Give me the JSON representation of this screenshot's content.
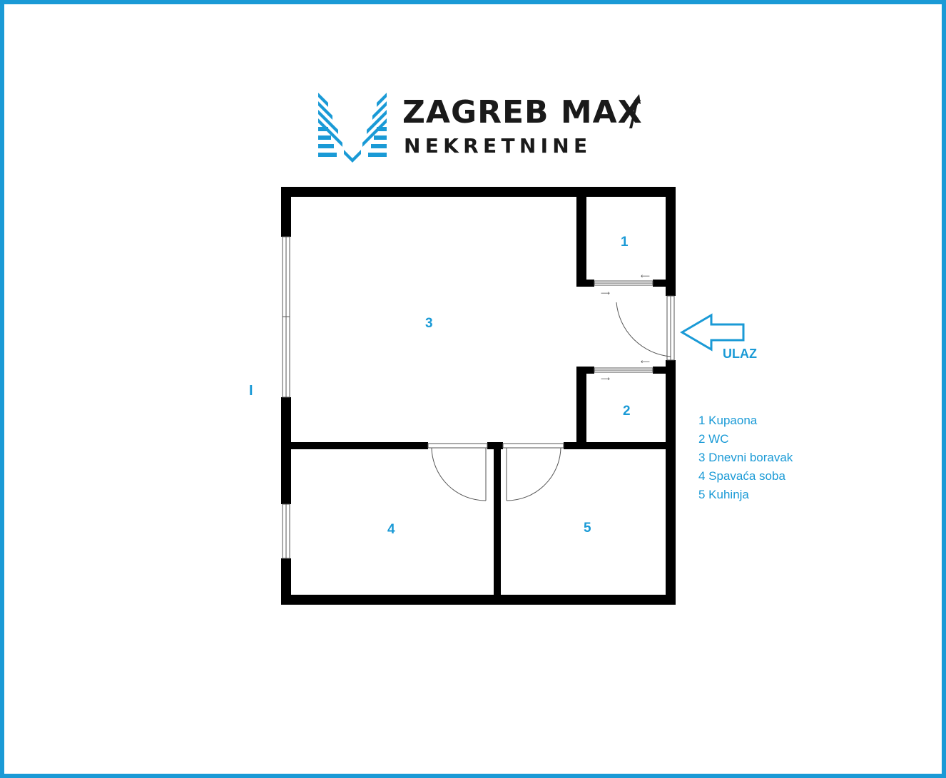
{
  "brand": {
    "name_line1": "ZAGREB MAX",
    "name_line2": "NEKRETNINE",
    "accent_color": "#1a9ad6",
    "logo_icon": "m-stripes-logo-icon",
    "arrow_icon": "rising-arrow-icon"
  },
  "plan": {
    "rooms": [
      {
        "number": "1"
      },
      {
        "number": "2"
      },
      {
        "number": "3"
      },
      {
        "number": "4"
      },
      {
        "number": "5"
      }
    ],
    "entrance_label": "ULAZ",
    "entrance_icon": "entrance-arrow-icon",
    "side_mark": "I",
    "wall_color": "#000000"
  },
  "legend": [
    "1 Kupaona",
    "2 WC",
    "3 Dnevni boravak",
    "4 Spavaća soba",
    "5 Kuhinja"
  ]
}
